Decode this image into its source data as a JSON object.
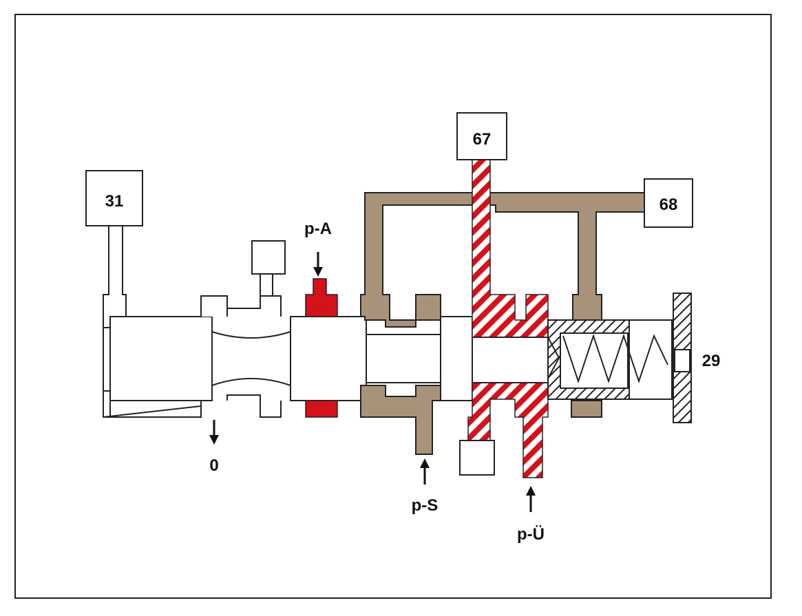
{
  "diagram": {
    "components": {
      "box_31": "31",
      "box_67": "67",
      "box_68": "68",
      "label_29": "29"
    },
    "pressures": {
      "p_a": "p-A",
      "p_s": "p-S",
      "p_u": "p-Ü",
      "zero": "0"
    },
    "colors": {
      "main_pressure": "#d4121c",
      "control_pressure": "#a8937a",
      "hatched": "#d4121c"
    }
  }
}
